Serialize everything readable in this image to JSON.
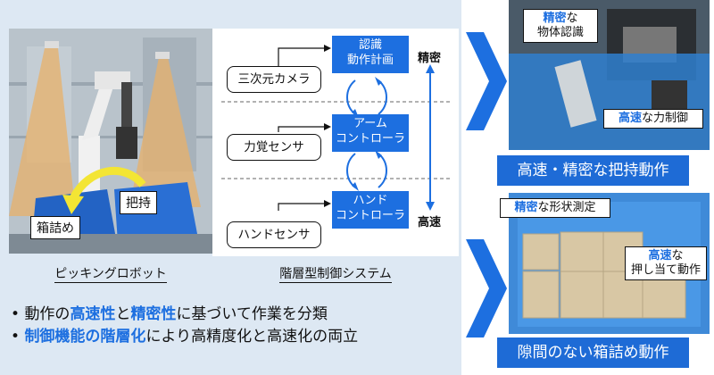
{
  "robot": {
    "label_boxing": "箱詰め",
    "label_grasp": "把持",
    "caption": "ピッキングロボット"
  },
  "diagram": {
    "caption": "階層型制御システム",
    "sensors": [
      "三次元カメラ",
      "力覚センサ",
      "ハンドセンサ"
    ],
    "controllers": [
      {
        "line1": "認識",
        "line2": "動作計画"
      },
      {
        "line1": "アーム",
        "line2": "コントローラ"
      },
      {
        "line1": "ハンド",
        "line2": "コントローラ"
      }
    ],
    "top_label": "精密",
    "bottom_label": "高速"
  },
  "bullets": {
    "b1_pre": "動作の",
    "b1_h1": "高速性",
    "b1_mid": "と",
    "b1_h2": "精密性",
    "b1_post": "に基づいて作業を分類",
    "b2_h1": "制御機能の階層化",
    "b2_post": "により高精度化と高速化の両立"
  },
  "right_top": {
    "callout1_hl": "精密",
    "callout1_rest": "な",
    "callout1_line2": "物体認識",
    "callout2_hl": "高速",
    "callout2_rest": "な力制御",
    "label": "高速・精密な把持動作"
  },
  "right_bottom": {
    "callout1_hl": "精密",
    "callout1_rest": "な形状測定",
    "callout2_hl": "高速",
    "callout2_rest": "な",
    "callout2_line2": "押し当て動作",
    "label": "隙間のない箱詰め動作"
  },
  "colors": {
    "accent": "#1d6fe0",
    "panel": "#dde8f3",
    "label_blue": "#1e6bd6"
  }
}
